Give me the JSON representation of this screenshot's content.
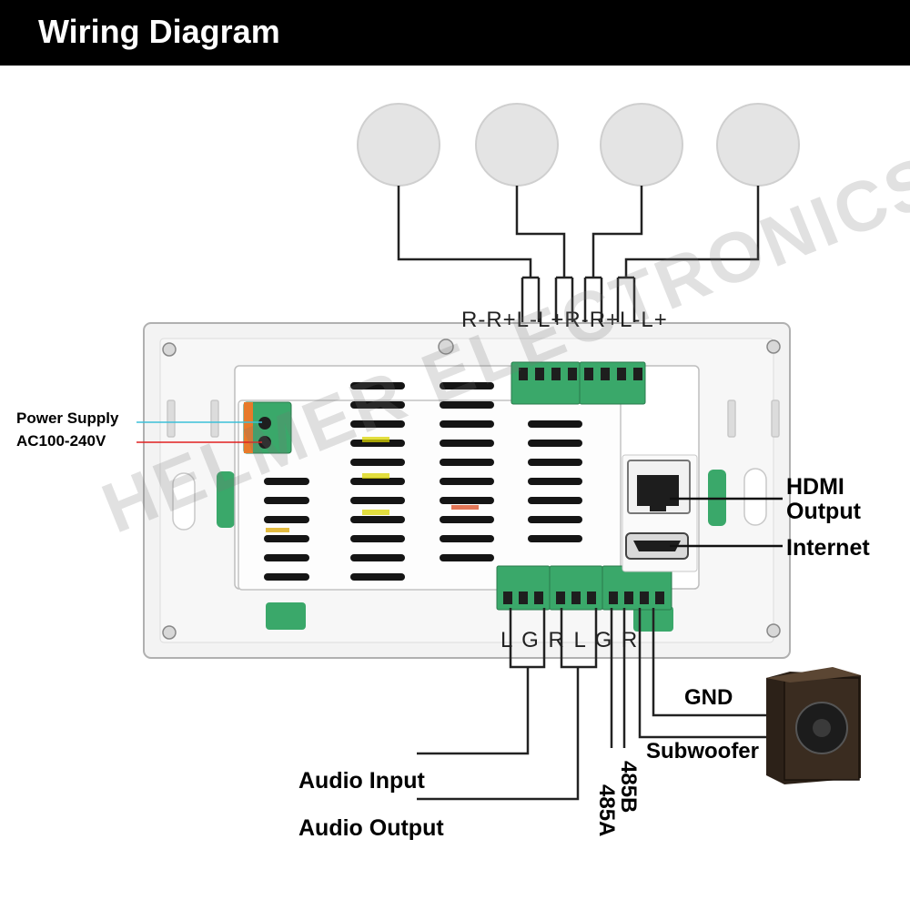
{
  "title": "Wiring Diagram",
  "speaker_pins": "R-R+L-L+R-R+L-L+",
  "power_label_1": "Power Supply",
  "power_label_2": "AC100-240V",
  "hdmi_label_1": "HDMI",
  "hdmi_label_2": "Output",
  "internet_label": "Internet",
  "audio_pins": "L G R L G R",
  "gnd_label": "GND",
  "subwoofer_label": "Subwoofer",
  "audio_input_label": "Audio Input",
  "audio_output_label": "Audio Output",
  "rs485b_label": "485B",
  "rs485a_label": "485A",
  "watermark": "HELMER ELECTRONICS",
  "colors": {
    "title_bar": "#000000",
    "terminal_green": "#3aa86a",
    "power_orange": "#e87a2a",
    "wire_live": "#e02020",
    "wire_neutral": "#3cc0d8"
  }
}
